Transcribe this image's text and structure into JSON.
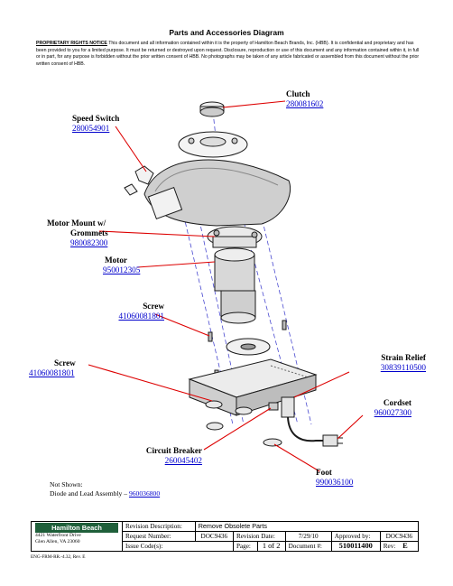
{
  "title": "Parts and Accessories Diagram",
  "notice": {
    "label": "PROPRIETARY RIGHTS NOTICE",
    "text": "This document and all information contained within it is the property of Hamilton Beach Brands, Inc. (HBB).  It is confidential and proprietary and has been provided to you for a limited purpose.  It must be returned or destroyed upon request.  Disclosure, reproduction or use of this document and any information contained within it, in full or in part, for any purpose is forbidden without the prior written consent of HBB.  No photographs may be taken of any article fabricated or assembled from this document without the prior written consent of HBB."
  },
  "callouts": {
    "clutch": {
      "name": "Clutch",
      "part": "280081602"
    },
    "speed_switch": {
      "name": "Speed Switch",
      "part": "280054901"
    },
    "motor_mount": {
      "name1": "Motor Mount w/",
      "name2": "Grommets",
      "part": "980082300"
    },
    "motor": {
      "name": "Motor",
      "part": "950012305"
    },
    "screw_upper": {
      "name": "Screw",
      "part": "41060081801"
    },
    "screw_lower": {
      "name": "Screw",
      "part": "41060081801"
    },
    "strain_relief": {
      "name": "Strain Relief",
      "part": "30839110500"
    },
    "cordset": {
      "name": "Cordset",
      "part": "960027300"
    },
    "circuit_breaker": {
      "name": "Circuit Breaker",
      "part": "260045402"
    },
    "foot": {
      "name": "Foot",
      "part": "990036100"
    }
  },
  "not_shown": {
    "heading": "Not Shown:",
    "item": "Diode and Lead Assembly – ",
    "part": "960036800"
  },
  "title_block": {
    "logo": "Hamilton Beach",
    "address1": "4421 Waterfront Drive",
    "address2": "Glen Allen, VA  23060",
    "revision_description_label": "Revision Description:",
    "revision_description": "Remove Obsolete Parts",
    "request_number_label": "Request Number:",
    "request_number": "DOC9436",
    "revision_date_label": "Revision Date:",
    "revision_date": "7/29/10",
    "approved_by_label": "Approved by:",
    "approved_by": "DOC9436",
    "issue_codes_label": "Issue Code(s):",
    "page_label": "Page:",
    "page": "1 of  2",
    "document_label": "Document #:",
    "document": "510011400",
    "rev_label": "Rev:",
    "rev": "E"
  },
  "form_number": "ENG-FRM-RR.-4.32, Rev. E"
}
